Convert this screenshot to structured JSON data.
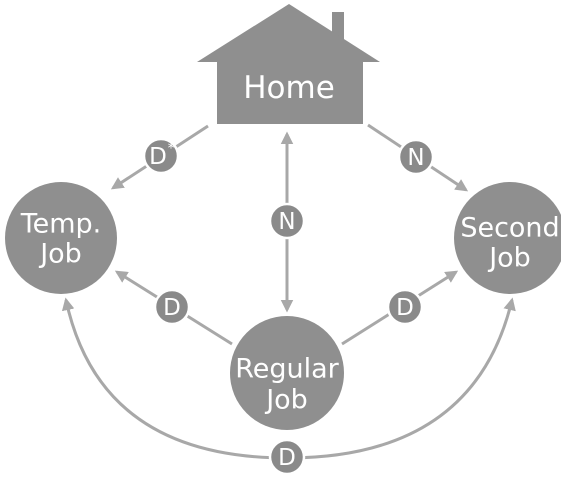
{
  "colors": {
    "node_fill": "#8f8f8f",
    "edge": "#a8a8a8",
    "badge_fill": "#8a8a8a",
    "badge_stroke": "#ffffff",
    "text": "#ffffff",
    "background": "#ffffff"
  },
  "nodes": {
    "home": {
      "label": "Home"
    },
    "temp_job": {
      "line1": "Temp.",
      "line2": "Job"
    },
    "second_job": {
      "line1": "Second",
      "line2": "Job"
    },
    "regular_job": {
      "line1": "Regular",
      "line2": "Job"
    }
  },
  "edges": {
    "home_to_temp": {
      "badge": "D",
      "superscript": "*"
    },
    "home_to_second": {
      "badge": "N"
    },
    "home_regular": {
      "badge": "N"
    },
    "regular_to_temp": {
      "badge": "D"
    },
    "regular_to_second": {
      "badge": "D"
    },
    "temp_second_arc": {
      "badge": "D"
    }
  }
}
